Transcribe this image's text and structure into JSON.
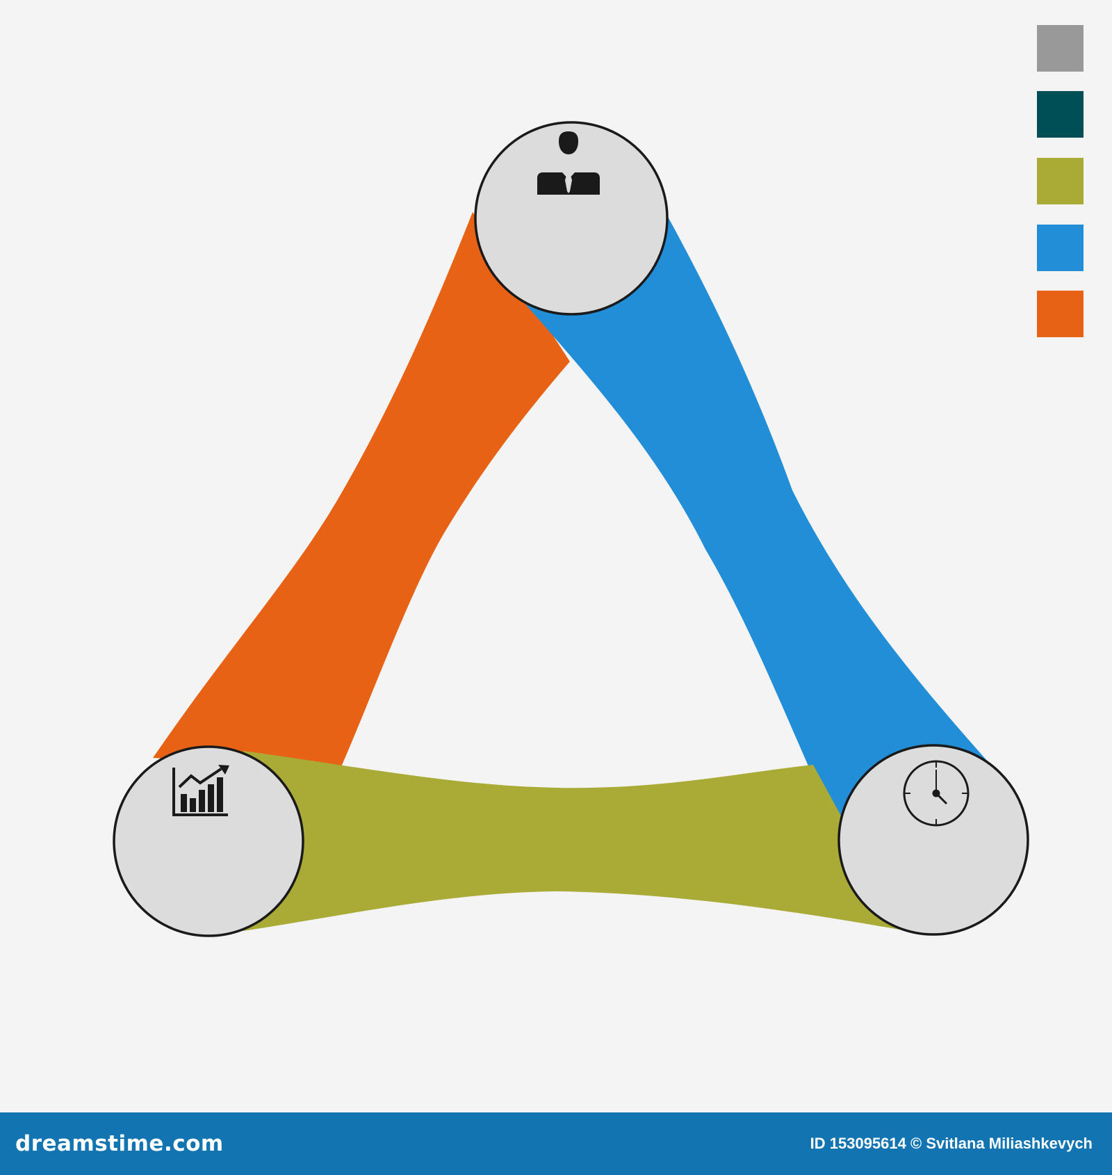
{
  "diagram": {
    "background": "#f4f4f4",
    "outline_color": "#1a1a1a",
    "node_fill": "#dcdcdc",
    "bands": [
      {
        "name": "orange-band",
        "color": "#e86216"
      },
      {
        "name": "blue-band",
        "color": "#228ed8"
      },
      {
        "name": "olive-band",
        "color": "#aaaa37"
      }
    ],
    "nodes": [
      {
        "name": "node-top",
        "icon": "businessman-icon"
      },
      {
        "name": "node-left",
        "icon": "growth-chart-icon"
      },
      {
        "name": "node-right",
        "icon": "clock-icon"
      }
    ]
  },
  "palette": {
    "swatches": [
      {
        "name": "gray",
        "color": "#999999"
      },
      {
        "name": "dark-teal",
        "color": "#004f56"
      },
      {
        "name": "olive",
        "color": "#aaaa37"
      },
      {
        "name": "blue",
        "color": "#228ed8"
      },
      {
        "name": "orange",
        "color": "#e86216"
      }
    ]
  },
  "footer": {
    "background": "#1274b0",
    "brand": "dreamstime.com",
    "credit": "ID 153095614 © Svitlana Miliashkevych"
  }
}
